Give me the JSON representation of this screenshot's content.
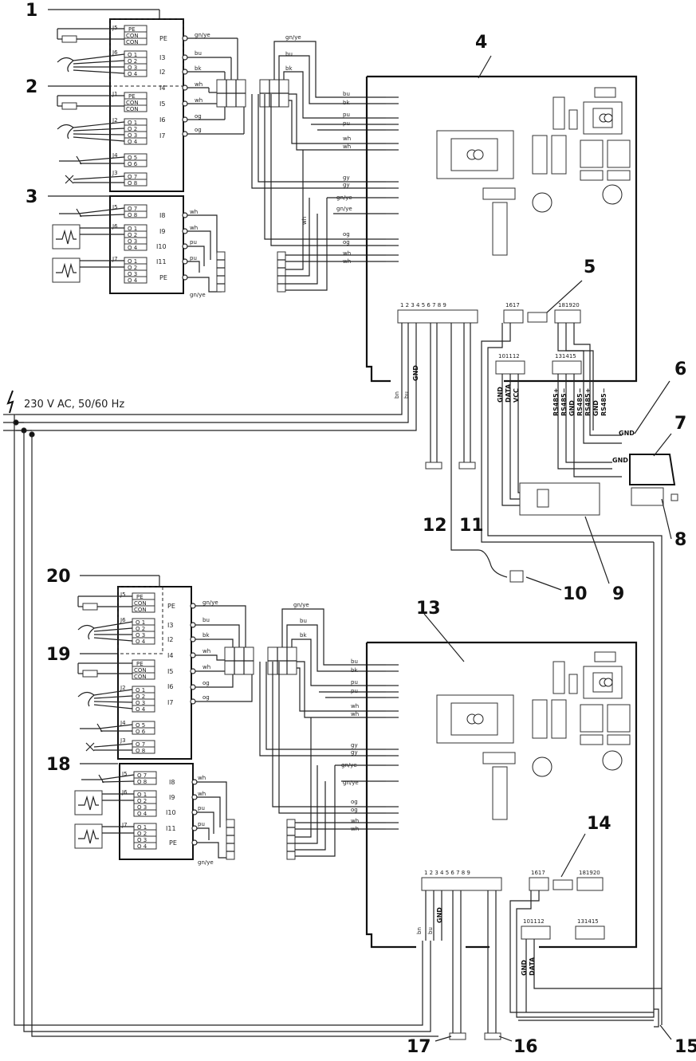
{
  "supply_label": "230 V AC, 50/60 Hz",
  "callouts": [
    "1",
    "2",
    "3",
    "4",
    "5",
    "6",
    "7",
    "8",
    "9",
    "10",
    "11",
    "12",
    "13",
    "14",
    "15",
    "16",
    "17",
    "18",
    "19",
    "20"
  ],
  "inputs_left": [
    "PE",
    "I3",
    "I2",
    "I4",
    "I5",
    "I6",
    "I7"
  ],
  "inputs_lower": [
    "I8",
    "I9",
    "I10",
    "I11",
    "PE"
  ],
  "wire_colors_top": [
    "gn/ye",
    "bu",
    "bk",
    "wh",
    "wh",
    "og",
    "og"
  ],
  "wire_colors_lower": [
    "wh",
    "wh",
    "pu",
    "pu",
    "gn/ye"
  ],
  "board_wires": [
    "bu",
    "bk",
    "pu",
    "pu",
    "wh",
    "wh",
    "gy",
    "gy",
    "gn/ye",
    "gn/ye",
    "og",
    "og",
    "wh",
    "wh"
  ],
  "terminals_main": [
    "1",
    "2",
    "3",
    "4",
    "5",
    "6",
    "7",
    "8",
    "9"
  ],
  "terminals_1617": "1617",
  "terminals_181920": "181920",
  "terminals_101112": "101112",
  "terminals_131415": "131415",
  "bus_labels_left": [
    "GND",
    "DATA",
    "VCC"
  ],
  "bus_labels_right": [
    "RS485+",
    "RS485−",
    "GND",
    "RS485−",
    "RS485+",
    "GND",
    "RS485−"
  ],
  "supply_wires": [
    "bn",
    "bu",
    "GND"
  ],
  "lower_bus": [
    "GND",
    "DATA"
  ],
  "connector_j_top": [
    "J5",
    "J6",
    "J1",
    "J2",
    "J4",
    "J3"
  ],
  "j5_pins": [
    "PE",
    "CON",
    "CON"
  ],
  "j6_pins": [
    "O 1",
    "O 2",
    "O 3",
    "O 4"
  ],
  "j4_pins": [
    "O 5",
    "O 6"
  ],
  "j3_pins": [
    "O 7",
    "O 8"
  ],
  "j7_label": "J7",
  "gnd_small": "GND"
}
